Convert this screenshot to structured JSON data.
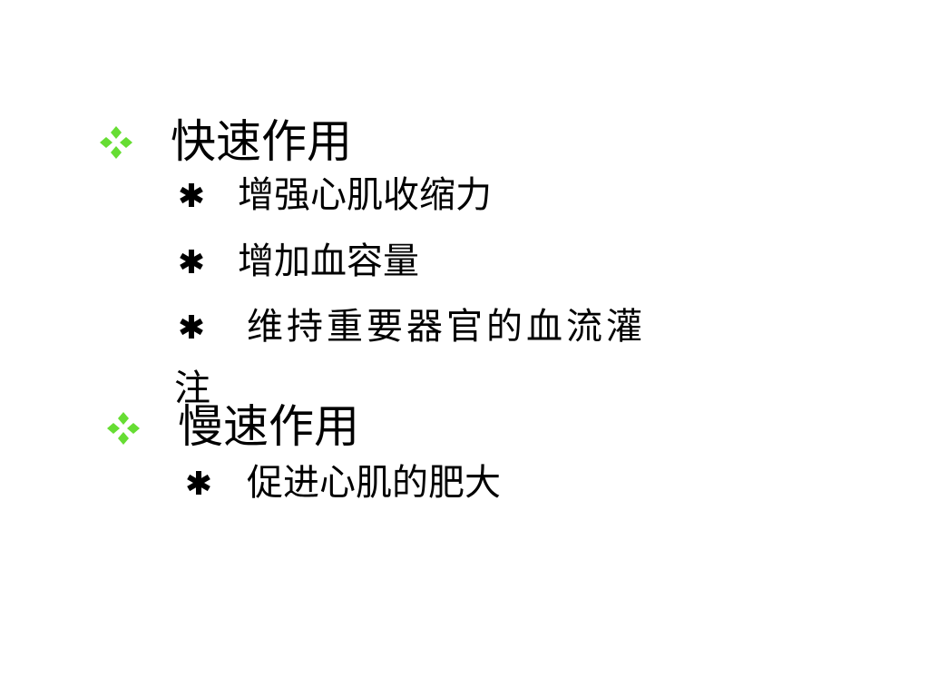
{
  "colors": {
    "bullet_diamond": "#66dd33",
    "text": "#000000",
    "background": "#ffffff"
  },
  "icons": {
    "section_bullet": "four-diamond-bullet-icon",
    "item_bullet": "asterisk-bullet-icon"
  },
  "sections": [
    {
      "heading": "快速作用",
      "items": [
        "增强心肌收缩力",
        "增加血容量",
        "维持重要器官的血流灌"
      ],
      "overflow_char": "注"
    },
    {
      "heading": "慢速作用",
      "items": [
        "促进心肌的肥大"
      ]
    }
  ]
}
